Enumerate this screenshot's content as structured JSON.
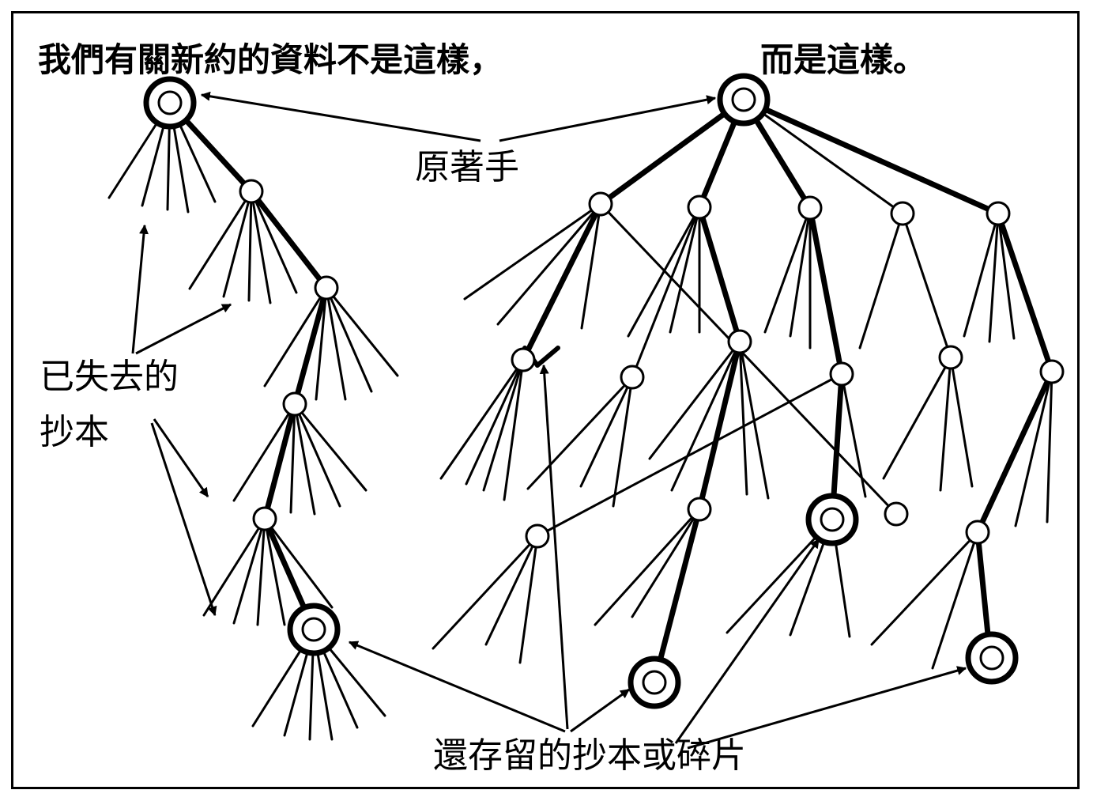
{
  "header": {
    "left_title": "我們有關新約的資料不是這樣，",
    "right_title": "而是這樣。"
  },
  "labels": {
    "original": "原著手",
    "lost_line1": "已失去的",
    "lost_line2": "抄本",
    "surviving": "還存留的抄本或碎片"
  },
  "colors": {
    "ink": "#000000",
    "paper": "#ffffff"
  }
}
